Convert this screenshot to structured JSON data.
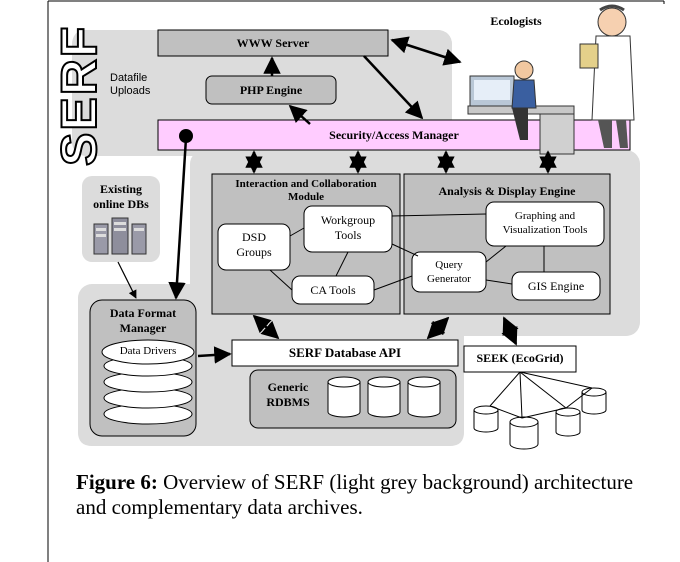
{
  "diagram": {
    "serf_logo": "SERF",
    "datafile_uploads": "Datafile\nUploads",
    "www_server": "WWW Server",
    "php_engine": "PHP Engine",
    "ecologists": "Ecologists",
    "security_manager": "Security/Access Manager",
    "existing_dbs": "Existing\nonline DBs",
    "interaction_module": "Interaction and Collaboration\nModule",
    "analysis_engine": "Analysis & Display Engine",
    "dsd_groups": "DSD\nGroups",
    "workgroup_tools": "Workgroup\nTools",
    "ca_tools": "CA Tools",
    "query_generator": "Query\nGenerator",
    "graphing_tools": "Graphing and\nVisualization Tools",
    "gis_engine": "GIS Engine",
    "data_format_manager": "Data Format\nManager",
    "data_drivers": "Data Drivers",
    "serf_database_api": "SERF Database API",
    "generic_rdbms": "Generic\nRDBMS",
    "seek_ecogrid": "SEEK (EcoGrid)",
    "colors": {
      "light_grey_background": "#dcdcdc",
      "module_grey": "#c0c0c0",
      "security_pink": "#ffccff"
    }
  },
  "caption": {
    "label": "Figure 6:",
    "text": " Overview of SERF (light grey background) architecture and complementary data archives."
  }
}
